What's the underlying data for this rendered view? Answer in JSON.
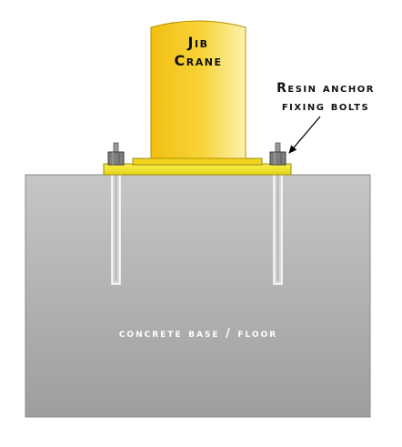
{
  "labels": {
    "crane_line1": "Jib",
    "crane_line2": "Crane",
    "bolts_line1": "Resin anchor",
    "bolts_line2": "fixing bolts",
    "base": "concrete base / floor"
  },
  "colors": {
    "crane_yellow": "#f7cf1c",
    "plate_yellow": "#f2e62a",
    "concrete": "#b3b3b3",
    "bolt_grey": "#7a7a7a"
  }
}
